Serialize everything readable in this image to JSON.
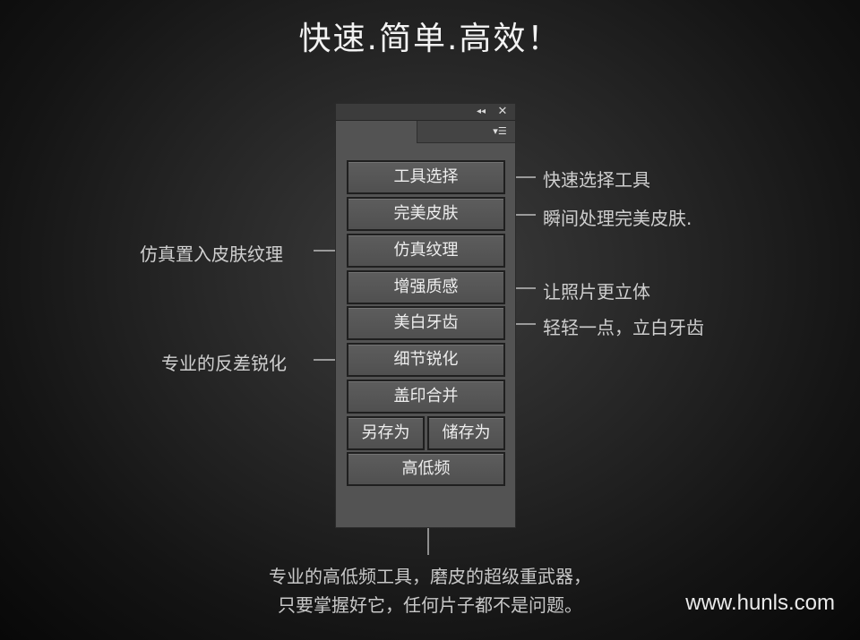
{
  "headline": "快速.简单.高效！",
  "panel": {
    "collapse_icon": "double-chevron-left-icon",
    "close_icon": "close-icon",
    "menu_icon": "panel-menu-icon",
    "buttons": {
      "tool_select": "工具选择",
      "perfect_skin": "完美皮肤",
      "simulated_texture": "仿真纹理",
      "enhance_texture": "增强质感",
      "teeth_whiten": "美白牙齿",
      "detail_sharpen": "细节锐化",
      "stamp_merge": "盖印合并",
      "save_as": "另存为",
      "store_as": "储存为",
      "high_low_freq": "高低频"
    }
  },
  "callouts": {
    "tool_select": "快速选择工具",
    "perfect_skin": "瞬间处理完美皮肤.",
    "simulated_texture": "仿真置入皮肤纹理",
    "enhance_texture": "让照片更立体",
    "teeth_whiten": "轻轻一点，立白牙齿",
    "detail_sharpen": "专业的反差锐化"
  },
  "bottom_note": {
    "line1": "专业的高低频工具，磨皮的超级重武器，",
    "line2": "只要掌握好它，任何片子都不是问题。"
  },
  "watermark": "www.hunls.com",
  "colors": {
    "panel_bg": "#535353",
    "button_border": "#1f1f1f",
    "text": "#eeeeee",
    "callout_text": "#cfcfcf"
  }
}
